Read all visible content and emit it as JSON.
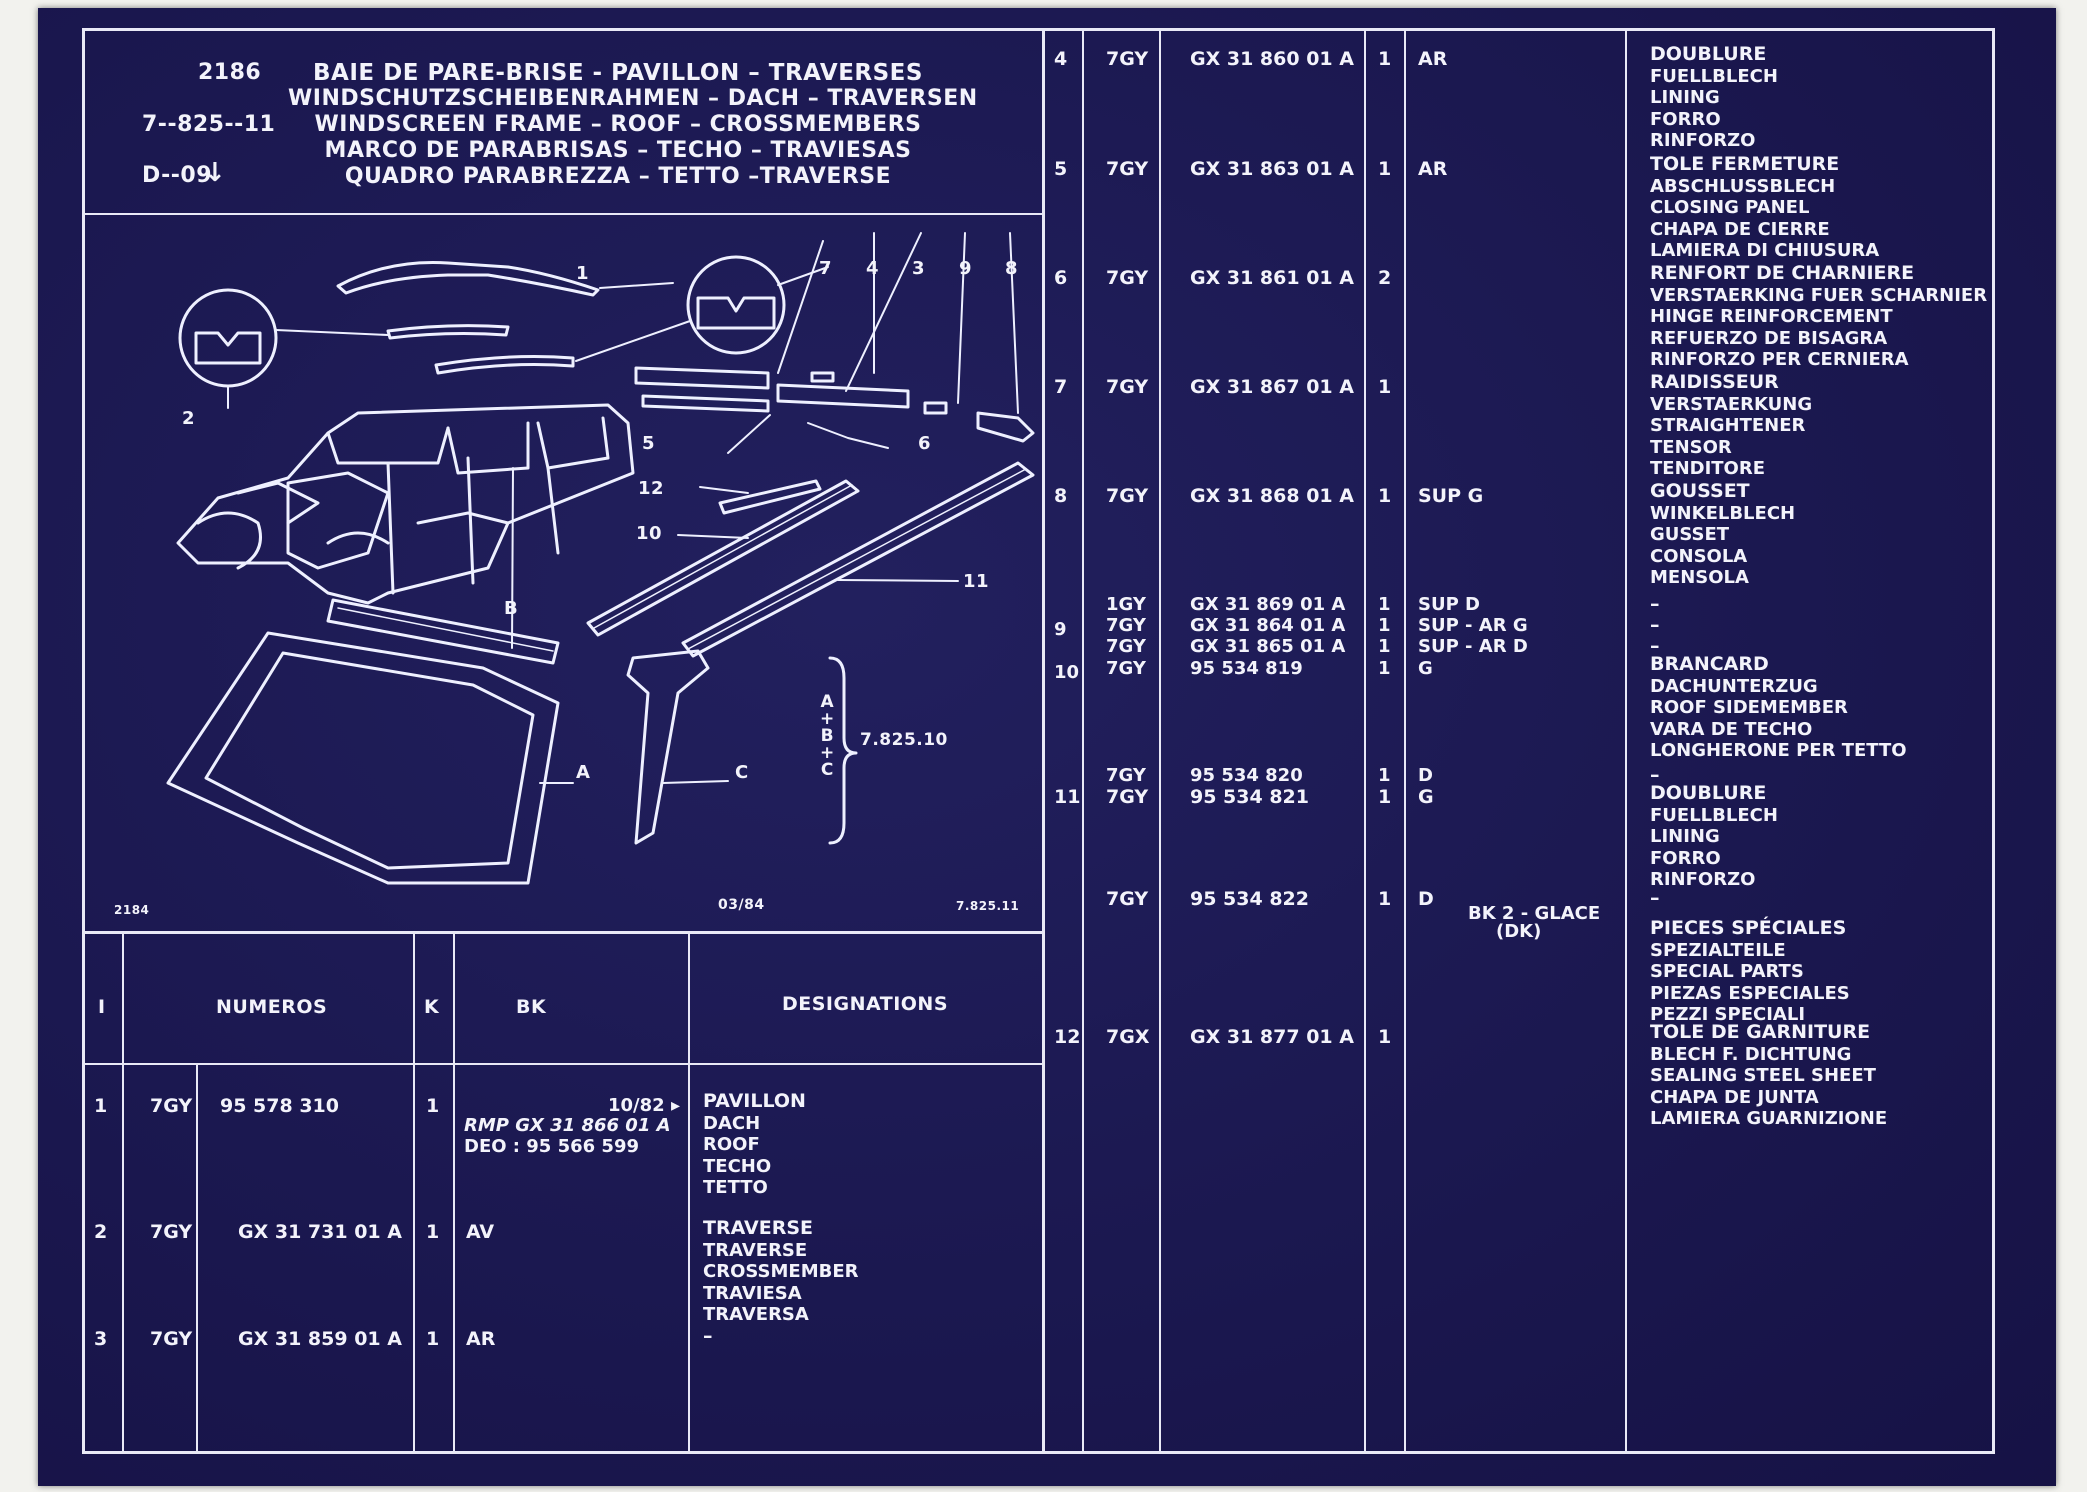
{
  "header": {
    "page_no": "2186",
    "ref": "7--825--11",
    "date_ref": "D--09",
    "arrow": "↓",
    "titles": [
      "BAIE DE PARE-BRISE -  PAVILLON – TRAVERSES",
      "WINDSCHUTZSCHEIBENRAHMEN – DACH – TRAVERSEN",
      "WINDSCREEN FRAME – ROOF – CROSSMEMBERS",
      "MARCO DE PARABRISAS – TECHO – TRAVIESAS",
      "QUADRO PARABREZZA – TETTO –TRAVERSE"
    ]
  },
  "illustration": {
    "callouts": [
      "1",
      "2",
      "3",
      "4",
      "5",
      "6",
      "7",
      "8",
      "9",
      "10",
      "11",
      "12",
      "A",
      "B",
      "C"
    ],
    "bracket_letters": [
      "A",
      "+",
      "B",
      "+",
      "C"
    ],
    "bracket_ref": "7.825.10",
    "footer_left": "2184",
    "footer_mid": "03/84",
    "footer_right": "7.825.11"
  },
  "columns": {
    "i": "I",
    "numeros": "NUMEROS",
    "k": "K",
    "bk": "BK",
    "designations": "DESIGNATIONS"
  },
  "left_rows": [
    {
      "i": "1",
      "code": "7GY",
      "num": "95  578  310",
      "k": "1",
      "bk": "",
      "note": "10/82 ▸",
      "rmp": "RMP GX 31 866 01 A",
      "deo": "DEO : 95 566 599",
      "desig": [
        "PAVILLON",
        "DACH",
        "ROOF",
        "TECHO",
        "TETTO"
      ]
    },
    {
      "i": "2",
      "code": "7GY",
      "num": "GX  31  731  01  A",
      "k": "1",
      "bk": "AV",
      "desig": [
        "TRAVERSE",
        "TRAVERSE",
        "CROSSMEMBER",
        "TRAVIESA",
        "TRAVERSA"
      ]
    },
    {
      "i": "3",
      "code": "7GY",
      "num": "GX  31  859  01  A",
      "k": "1",
      "bk": "AR",
      "desig": [
        "–"
      ]
    }
  ],
  "right_rows": [
    {
      "i": "4",
      "code": "7GY",
      "num": "GX  31  860  01  A",
      "k": "1",
      "bk": "AR",
      "desig": [
        "DOUBLURE",
        "FUELLBLECH",
        "LINING",
        "FORRO",
        "RINFORZO"
      ]
    },
    {
      "i": "5",
      "code": "7GY",
      "num": "GX  31  863  01  A",
      "k": "1",
      "bk": "AR",
      "desig": [
        "TOLE FERMETURE",
        "ABSCHLUSSBLECH",
        "CLOSING PANEL",
        "CHAPA DE CIERRE",
        "LAMIERA DI CHIUSURA"
      ]
    },
    {
      "i": "6",
      "code": "7GY",
      "num": "GX  31  861  01  A",
      "k": "2",
      "bk": "",
      "desig": [
        "RENFORT DE CHARNIERE",
        "VERSTAERKING FUER SCHARNIER",
        "HINGE REINFORCEMENT",
        "REFUERZO DE BISAGRA",
        "RINFORZO PER CERNIERA"
      ]
    },
    {
      "i": "7",
      "code": "7GY",
      "num": "GX  31  867  01  A",
      "k": "1",
      "bk": "",
      "desig": [
        "RAIDISSEUR",
        "VERSTAERKUNG",
        "STRAIGHTENER",
        "TENSOR",
        "TENDITORE"
      ]
    },
    {
      "i": "8",
      "code": "7GY",
      "num": "GX  31  868  01  A",
      "k": "1",
      "bk": "SUP G",
      "desig": [
        "GOUSSET",
        "WINKELBLECH",
        "GUSSET",
        "CONSOLA",
        "MENSOLA"
      ]
    },
    {
      "i": "",
      "code": "1GY",
      "num": "GX  31  869  01  A",
      "k": "1",
      "bk": "SUP D",
      "desig": [
        "–"
      ]
    },
    {
      "i": "9",
      "code": "7GY",
      "num": "GX  31  864  01  A",
      "k": "1",
      "bk": "SUP - AR G",
      "desig": [
        "–"
      ]
    },
    {
      "i": "",
      "code": "7GY",
      "num": "GX  31  865  01  A",
      "k": "1",
      "bk": "SUP - AR D",
      "desig": [
        "–"
      ]
    },
    {
      "i": "10",
      "code": "7GY",
      "num": "95  534  819",
      "k": "1",
      "bk": "G",
      "desig": [
        "BRANCARD",
        "DACHUNTERZUG",
        "ROOF SIDEMEMBER",
        "VARA DE TECHO",
        "LONGHERONE PER TETTO"
      ]
    },
    {
      "i": "",
      "code": "7GY",
      "num": "95  534  820",
      "k": "1",
      "bk": "D",
      "desig": [
        "–"
      ]
    },
    {
      "i": "11",
      "code": "7GY",
      "num": "95  534  821",
      "k": "1",
      "bk": "G",
      "desig": [
        "DOUBLURE",
        "FUELLBLECH",
        "LINING",
        "FORRO",
        "RINFORZO"
      ]
    },
    {
      "i": "",
      "code": "7GY",
      "num": "95  534  822",
      "k": "1",
      "bk": "D",
      "desig": [
        "–"
      ]
    },
    {
      "i": "",
      "code": "",
      "num": "",
      "k": "",
      "bk": "BK 2 - GLACE\n(DK)",
      "desig": [
        "PIECES SPÉCIALES",
        "SPEZIALTEILE",
        "SPECIAL PARTS",
        "PIEZAS ESPECIALES",
        "PEZZI SPECIALI"
      ]
    },
    {
      "i": "12",
      "code": "7GX",
      "num": "GX  31  877  01  A",
      "k": "1",
      "bk": "",
      "desig": [
        "TOLE DE GARNITURE",
        "BLECH F. DICHTUNG",
        "SEALING STEEL SHEET",
        "CHAPA DE JUNTA",
        "LAMIERA GUARNIZIONE"
      ]
    }
  ]
}
